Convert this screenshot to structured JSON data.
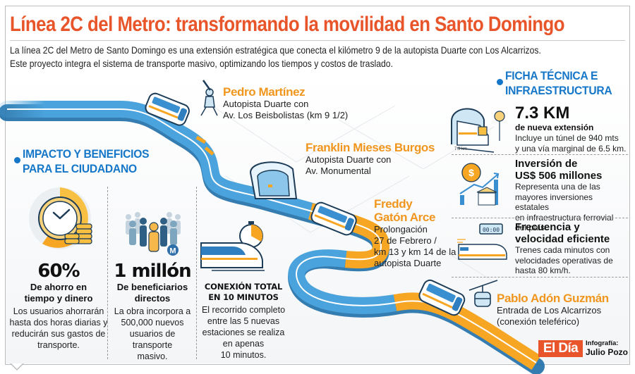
{
  "header": {
    "title": "Línea 2C del Metro: transformando la movilidad en Santo Domingo",
    "intro_line1": "La línea 2C del Metro de Santo Domingo es una extensión estratégica que conecta el kilómetro 9 de la autopista Duarte con Los Alcarrizos.",
    "intro_line2": "Este proyecto integra el sistema de transporte masivo, optimizando los tiempos y costos de traslado."
  },
  "colors": {
    "title_orange": "#e8552a",
    "section_blue": "#1677c8",
    "station_orange": "#f0961e",
    "track_blue": "#4aa3dc",
    "track_orange": "#f6a623"
  },
  "stations": [
    {
      "name": "Pedro Martínez",
      "desc_line1": "Autopista Duarte con",
      "desc_line2": "Av. Los Beisbolistas (km 9 1/2)",
      "icon": "baseball-player-icon"
    },
    {
      "name": "Franklin Mieses Burgos",
      "desc_line1": "Autopista Duarte con",
      "desc_line2": "Av. Monumental",
      "icon": "station-canopy-icon"
    },
    {
      "name_line1": "Freddy",
      "name_line2": "Gatón Arce",
      "desc_line1": "Prolongación",
      "desc_line2": "27 de Febrero /",
      "desc_line3": "km 13 y km 14 de la",
      "desc_line4": "autopista Duarte",
      "icon": "train-icon"
    },
    {
      "name": "Pablo Adón Guzmán",
      "desc_line1": "Entrada de Los Alcarrizos",
      "desc_line2": "(conexión teleférico)",
      "icon": "cable-car-icon"
    }
  ],
  "impact": {
    "heading_line1": "IMPACTO Y BENEFICIOS",
    "heading_line2": "PARA EL CIUDADANO",
    "columns": [
      {
        "icon": "clock-coins-icon",
        "big": "60%",
        "sub_line1": "De ahorro en",
        "sub_line2": "tiempo y dinero",
        "body_line1": "Los usuarios ahorrarán",
        "body_line2": "hasta dos horas diarias y",
        "body_line3": "reducirán sus gastos de",
        "body_line4": "transporte."
      },
      {
        "icon": "crowd-icon",
        "badge": "M",
        "big": "1 millón",
        "sub_line1": "De beneficiarios",
        "sub_line2": "directos",
        "body_line1": "La obra incorpora a",
        "body_line2": "500,000 nuevos",
        "body_line3": "usuarios de",
        "body_line4": "transporte",
        "body_line5": "masivo."
      },
      {
        "icon": "fast-train-stopwatch-icon",
        "sub_line1": "CONEXIÓN TOTAL",
        "sub_line2": "EN 10 MINUTOS",
        "body_line1": "El recorrido completo",
        "body_line2": "entre las 5 nuevas",
        "body_line3": "estaciones se realiza",
        "body_line4": "en apenas",
        "body_line5": "10 minutos."
      }
    ]
  },
  "ficha": {
    "heading_line1": "FICHA TÉCNICA E",
    "heading_line2": "INFRAESTRUCTURA",
    "items": [
      {
        "icon": "tunnel-train-icon",
        "icon_label": "7.3 km",
        "title": "7.3 KM",
        "subtitle": "de nueva extensión",
        "body_line1": "Incluye un túnel de 940 mts",
        "body_line2": "y una vía marginal de 6.5 km."
      },
      {
        "icon": "investment-bank-icon",
        "title_line1": "Inversión de",
        "title_line2": "US$ 506 millones",
        "body_line1": "Representa una de las",
        "body_line2": "mayores inversiones estatales",
        "body_line3": "en infraestructura ferrovial",
        "body_line4": "del país."
      },
      {
        "icon": "timer-train-icon",
        "icon_display": "00:00",
        "title_line1": "Frecuencia y",
        "title_line2": "velocidad eficiente",
        "body_line1": "Trenes cada minutos con",
        "body_line2": "velocidades operativas de",
        "body_line3": "hasta 80 km/h."
      }
    ]
  },
  "footer": {
    "logo": "El Día",
    "credit_label": "Infografía:",
    "credit_name": "Julio Pozo"
  }
}
